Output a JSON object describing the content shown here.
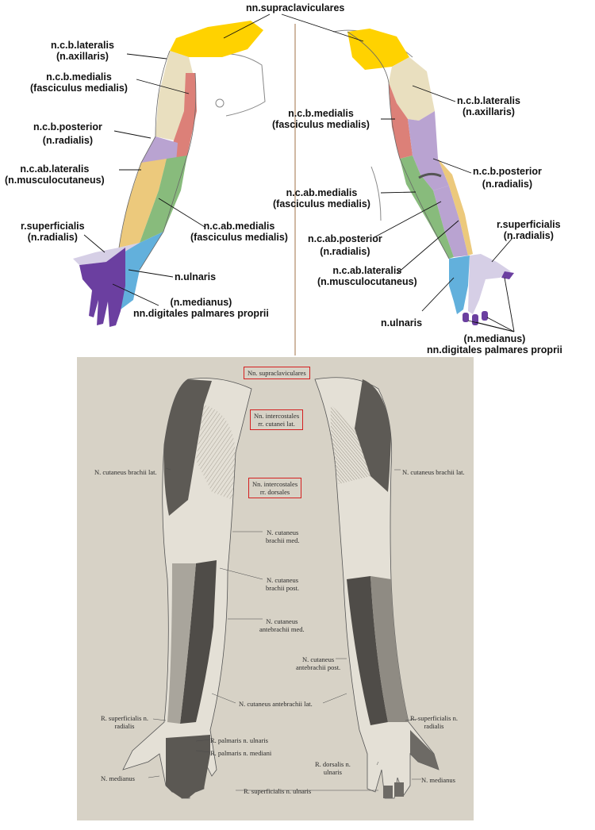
{
  "colored_diagram": {
    "labels": {
      "supraclaviculares": "nn.supraclaviculares",
      "left": {
        "cb_lateralis": [
          "n.c.b.lateralis",
          "(n.axillaris)"
        ],
        "cb_medialis": [
          "n.c.b.medialis",
          "(fasciculus medialis)"
        ],
        "cb_posterior": [
          "n.c.b.posterior",
          "(n.radialis)"
        ],
        "cab_lateralis": [
          "n.c.ab.lateralis",
          "(n.musculocutaneus)"
        ],
        "r_superficialis": [
          "r.superficialis",
          "(n.radialis)"
        ],
        "cab_medialis": [
          "n.c.ab.medialis",
          "(fasciculus medialis)"
        ],
        "ulnaris": "n.ulnaris",
        "medianus": [
          "(n.medianus)",
          "nn.digitales palmares proprii"
        ]
      },
      "right": {
        "cb_lateralis": [
          "n.c.b.lateralis",
          "(n.axillaris)"
        ],
        "cb_medialis": [
          "n.c.b.medialis",
          "(fasciculus medialis)"
        ],
        "cb_posterior": [
          "n.c.b.posterior",
          "(n.radialis)"
        ],
        "cab_medialis": [
          "n.c.ab.medialis",
          "(fasciculus medialis)"
        ],
        "r_superficialis": [
          "r.superficialis",
          "(n.radialis)"
        ],
        "cab_posterior": [
          "n.c.ab.posterior",
          "(n.radialis)"
        ],
        "cab_lateralis": [
          "n.c.ab.lateralis",
          "(n.musculocutaneus)"
        ],
        "ulnaris": "n.ulnaris",
        "medianus": [
          "(n.medianus)",
          "nn.digitales palmares proprii"
        ]
      }
    },
    "colors": {
      "supraclavicular": "#ffd200",
      "lateral_brachial": "#e9dfbf",
      "medial_brachial": "#dc8078",
      "posterior_brachial": "#b9a3d1",
      "lateral_antebrachial": "#ecc97c",
      "medial_antebrachial": "#88bb7c",
      "superficial_radial": "#d6cfe6",
      "ulnar": "#62b0dc",
      "median": "#6b3fa0"
    }
  },
  "atlas_figure": {
    "labels": {
      "supraclaviculares": "Nn. supraclaviculares",
      "intercostales_cutanei": [
        "Nn. intercostales",
        "rr. cutanei lat."
      ],
      "intercostales_dorsales": [
        "Nn. intercostales",
        "rr. dorsales"
      ],
      "cutaneus_brachii_lat_left": "N. cutaneus brachii lat.",
      "cutaneus_brachii_lat_right": "N. cutaneus brachii lat.",
      "cutaneus_brachii_med": [
        "N. cutaneus",
        "brachii med."
      ],
      "cutaneus_brachii_post": [
        "N. cutaneus",
        "brachii post."
      ],
      "cutaneus_antebrachii_med": [
        "N. cutaneus",
        "antebrachii med."
      ],
      "cutaneus_antebrachii_post": [
        "N. cutaneus",
        "antebrachii post."
      ],
      "cutaneus_antebrachii_lat": "N. cutaneus antebrachii lat.",
      "r_superficialis_radialis_left": [
        "R. superficialis n.",
        "radialis"
      ],
      "r_superficialis_radialis_right": [
        "R. superficialis n.",
        "radialis"
      ],
      "r_palmaris_ulnaris": "R. palmaris n. ulnaris",
      "r_palmaris_mediani": "R. palmaris n. mediani",
      "r_dorsalis_ulnaris": [
        "R. dorsalis n.",
        "ulnaris"
      ],
      "medianus_left": "N. medianus",
      "medianus_right": "N. medianus",
      "r_superficialis_ulnaris": "R. superficialis n. ulnaris"
    },
    "colors": {
      "highlight_box": "#d42020",
      "background": "#d7d2c6"
    }
  }
}
